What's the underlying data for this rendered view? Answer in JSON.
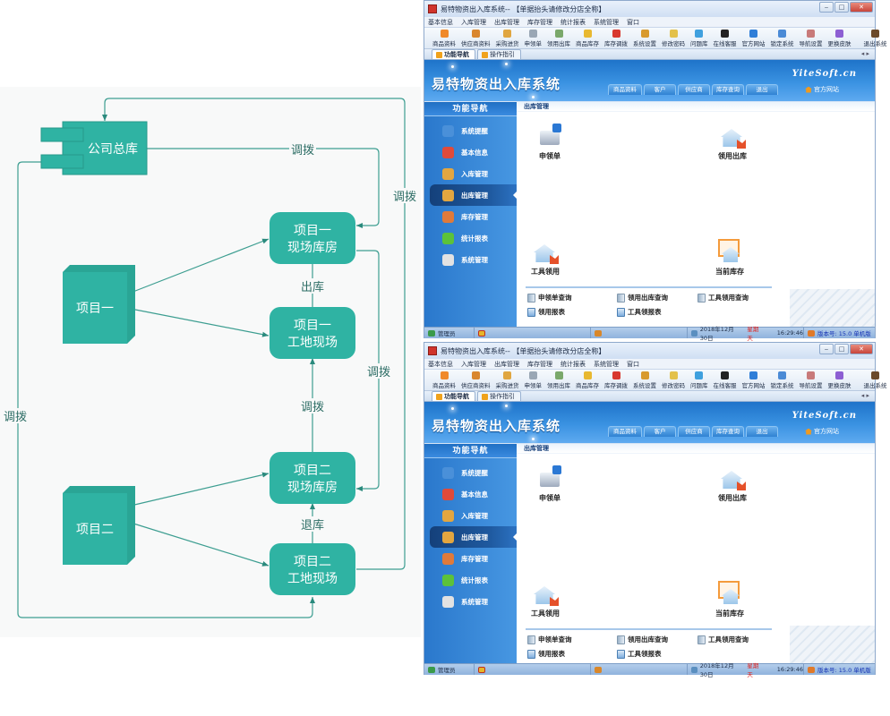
{
  "diagram": {
    "nodes": {
      "hq": "公司总库",
      "p1": "项目一",
      "p1_store": [
        "项目一",
        "现场库房"
      ],
      "p1_site": [
        "项目一",
        "工地现场"
      ],
      "p2": "项目二",
      "p2_store": [
        "项目二",
        "现场库房"
      ],
      "p2_site": [
        "项目二",
        "工地现场"
      ]
    },
    "edge_labels": {
      "hq_to_p1_store": "调拨",
      "p2_site_to_hq": "调拨",
      "p1_store_to_p1_site": "出库",
      "p1_store_to_p2_store": "调拨",
      "p2_store_to_p1_site": "调拨",
      "p2_site_to_p2_store": "退库",
      "hq_to_p2_site": "调拨"
    },
    "colors": {
      "node": "#2fb3a3",
      "edge": "#3d9e91",
      "label": "#2e6e66"
    }
  },
  "app": {
    "window_title": "易特物资出入库系统-- 【单据抬头请修改分店全称】",
    "window_controls": {
      "minimize": "‒",
      "maximize": "□",
      "close": "✕"
    },
    "menu": [
      "基本信息",
      "入库管理",
      "出库管理",
      "库存管理",
      "统计报表",
      "系统管理",
      "窗口"
    ],
    "toolbar": [
      {
        "label": "商品资料",
        "icon": "goods-icon",
        "color": "#f08a2a"
      },
      {
        "label": "供应商资料",
        "icon": "supplier-icon",
        "color": "#d9862e"
      },
      {
        "label": "采购进货",
        "icon": "purchase-icon",
        "color": "#e0a640"
      },
      {
        "label": "申领单",
        "icon": "requisition-icon",
        "color": "#9aa7b5"
      },
      {
        "label": "领用出库",
        "icon": "issue-icon",
        "color": "#7aa86b"
      },
      {
        "label": "商品库存",
        "icon": "stock-icon",
        "color": "#e8b830"
      },
      {
        "label": "库存调拨",
        "icon": "transfer-icon",
        "color": "#d8382e"
      },
      {
        "label": "系统设置",
        "icon": "settings-icon",
        "color": "#d89a2e"
      },
      {
        "label": "修改密码",
        "icon": "key-icon",
        "color": "#e3c14a"
      },
      {
        "label": "问题库",
        "icon": "help-icon",
        "color": "#3fa0de"
      },
      {
        "label": "在线客服",
        "icon": "qq-icon",
        "color": "#222222"
      },
      {
        "label": "官方网站",
        "icon": "ie-icon",
        "color": "#2f7ed8"
      },
      {
        "label": "锁定系统",
        "icon": "lock-icon",
        "color": "#4b8bd6"
      },
      {
        "label": "导航设置",
        "icon": "nav-settings-icon",
        "color": "#c87a7a"
      },
      {
        "label": "更换皮肤",
        "icon": "skin-icon",
        "color": "#8d5fd3"
      },
      {
        "label": "退出系统",
        "icon": "exit-icon",
        "color": "#6b4a2a"
      }
    ],
    "tabs": [
      {
        "label": "功能导航",
        "active": true
      },
      {
        "label": "操作指引",
        "active": false
      }
    ],
    "tab_arrows": "◂ ▸",
    "banner": {
      "title": "易特物资出入库系统",
      "brand": "YiteSoft.cn",
      "site_link": "官方网站",
      "nav": [
        "商品资料",
        "客户",
        "供应商",
        "库存查询",
        "退出"
      ]
    },
    "sidebar": {
      "heading": "功能导航",
      "items": [
        {
          "label": "系统提醒",
          "icon": "info-icon",
          "color": "#4a90d9"
        },
        {
          "label": "基本信息",
          "icon": "blocks-icon",
          "color": "#e04a3a"
        },
        {
          "label": "入库管理",
          "icon": "box-in-icon",
          "color": "#e3a640"
        },
        {
          "label": "出库管理",
          "icon": "box-out-icon",
          "color": "#e3a640",
          "active": true
        },
        {
          "label": "库存管理",
          "icon": "warehouse-icon",
          "color": "#e07a3a"
        },
        {
          "label": "统计报表",
          "icon": "bar-chart-icon",
          "color": "#5cc23a"
        },
        {
          "label": "系统管理",
          "icon": "tools-icon",
          "color": "#e2e2e2"
        }
      ]
    },
    "content": {
      "heading": "出库管理",
      "functions": [
        {
          "label": "申领单",
          "icon": "requisition-truck-icon"
        },
        {
          "label": "领用出库",
          "icon": "house-issue-icon"
        },
        {
          "label": "工具领用",
          "icon": "house-tool-icon"
        },
        {
          "label": "当前库存",
          "icon": "house-window-icon"
        }
      ],
      "queries": [
        {
          "label": "申领单查询",
          "icon": "query-icon"
        },
        {
          "label": "领用出库查询",
          "icon": "query-icon"
        },
        {
          "label": "工具领用查询",
          "icon": "query-icon"
        }
      ],
      "reports": [
        {
          "label": "领用报表",
          "icon": "report-icon"
        },
        {
          "label": "工具领报表",
          "icon": "report-icon"
        }
      ]
    },
    "status": {
      "user": "管理员",
      "date": "2018年12月30日",
      "weekday": "星期天",
      "time": "16:29:46",
      "version": "版本号: 15.0 单机版"
    }
  }
}
